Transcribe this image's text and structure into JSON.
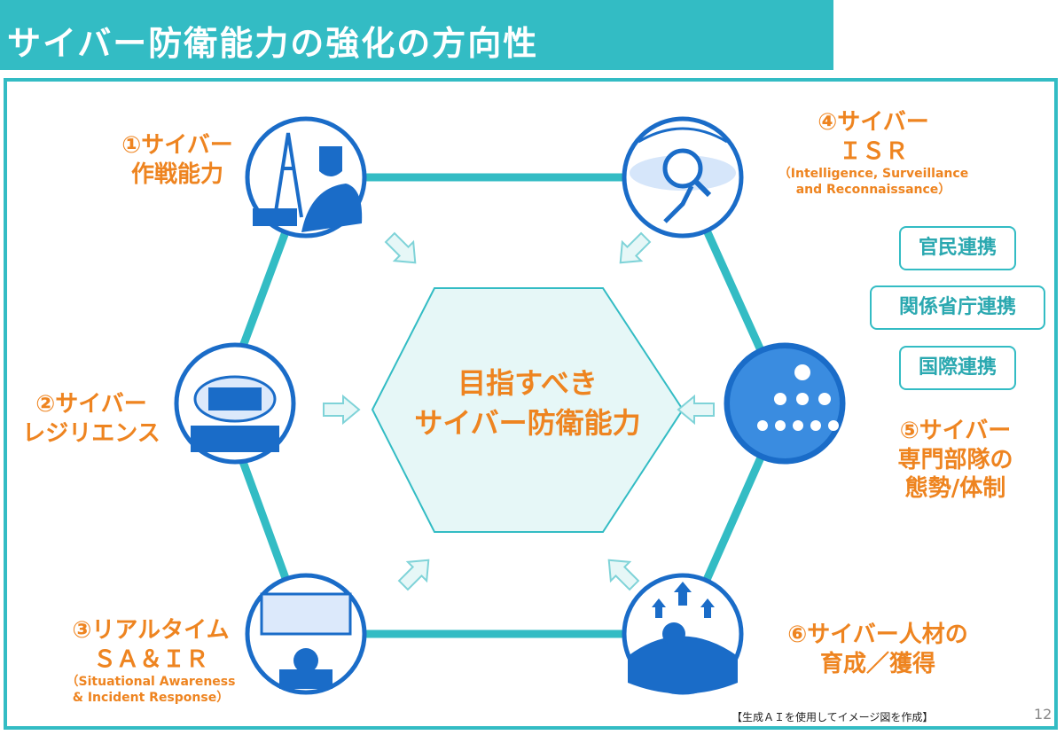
{
  "header": {
    "title": "サイバー防衛能力の強化の方向性"
  },
  "center": {
    "line1": "目指すべき",
    "line2": "サイバー防衛能力"
  },
  "items": [
    {
      "line1": "①サイバー",
      "line2": "作戦能力",
      "icon": "power-grid-operator-icon"
    },
    {
      "line1": "②サイバー",
      "line2": "レジリエンス",
      "icon": "cloud-server-icon"
    },
    {
      "line1": "③リアルタイム",
      "line2": "ＳＡ＆ＩＲ",
      "sub1": "（Situational Awareness",
      "sub2": "& Incident Response）",
      "icon": "operations-center-icon"
    },
    {
      "line1": "④サイバー",
      "line2": "ＩＳＲ",
      "sub1": "（Intelligence, Surveillance",
      "sub2": "and Reconnaissance）",
      "icon": "globe-magnifier-icon"
    },
    {
      "line1": "⑤サイバー",
      "line2": "専門部隊の",
      "line3": "態勢/体制",
      "icon": "team-icon"
    },
    {
      "line1": "⑥サイバー人材の",
      "line2": "育成／獲得",
      "icon": "talent-growth-icon"
    }
  ],
  "collaboration": [
    "官民連携",
    "関係省庁連携",
    "国際連携"
  ],
  "footnote": "【生成ＡＩを使用してイメージ図を作成】",
  "page_number": "12",
  "colors": {
    "teal": "#33bcc4",
    "orange": "#ee8420",
    "blue": "#1a6cc8",
    "hex_fill": "#e6f7f7"
  }
}
